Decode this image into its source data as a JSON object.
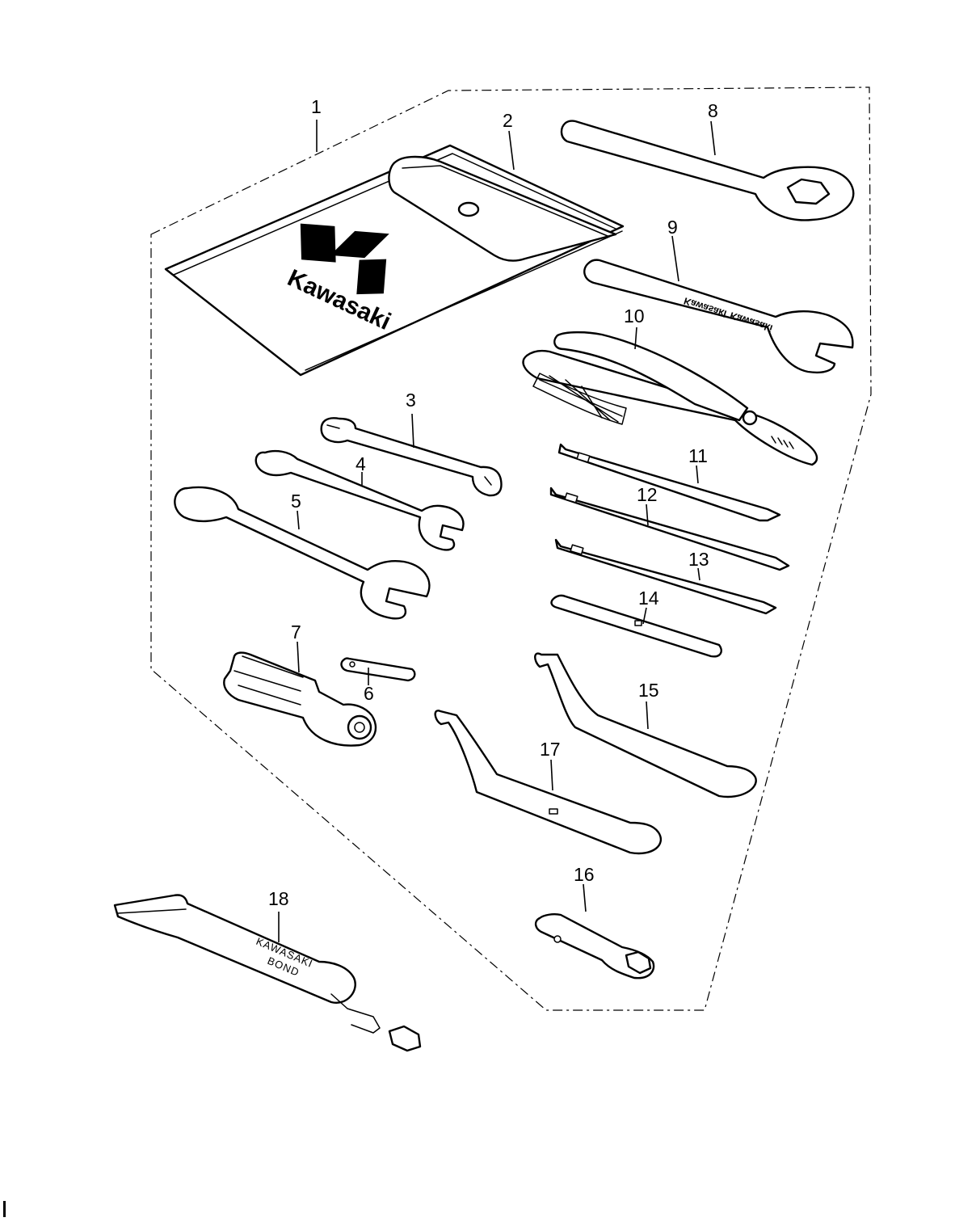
{
  "callouts": [
    "1",
    "2",
    "3",
    "4",
    "5",
    "6",
    "7",
    "8",
    "9",
    "10",
    "11",
    "12",
    "13",
    "14",
    "15",
    "16",
    "17",
    "18"
  ],
  "case_logo_text": "Kawasaki",
  "wrench_brand_text": "Kawasaki",
  "tube_label_line1": "KAWASAKI",
  "tube_label_line2": "BOND",
  "icons": {
    "tool_bag": "tool-bag-icon",
    "pliers": "pliers-icon",
    "screwdriver": "screwdriver-icon",
    "open_end_wrench": "open-end-wrench-icon",
    "ring_wrench": "ring-wrench-icon",
    "hook_wrench": "hook-wrench-icon",
    "socket_handle": "socket-handle-icon",
    "plug_wrench": "spark-plug-wrench-icon",
    "bond_tube": "bond-tube-icon"
  }
}
